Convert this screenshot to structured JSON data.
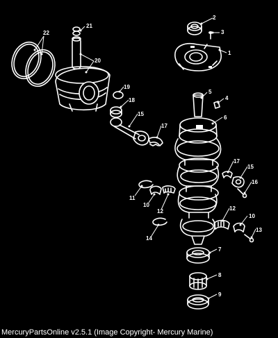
{
  "callouts": [
    "1",
    "2",
    "3",
    "4",
    "5",
    "6",
    "7",
    "8",
    "9",
    "10",
    "10",
    "11",
    "12",
    "12",
    "13",
    "14",
    "15",
    "15",
    "16",
    "17",
    "17",
    "18",
    "19",
    "20",
    "21",
    "22"
  ],
  "footer": {
    "caption": "MercuryPartsOnline v2.5.1 (Image Copyright- Mercury Marine)"
  }
}
